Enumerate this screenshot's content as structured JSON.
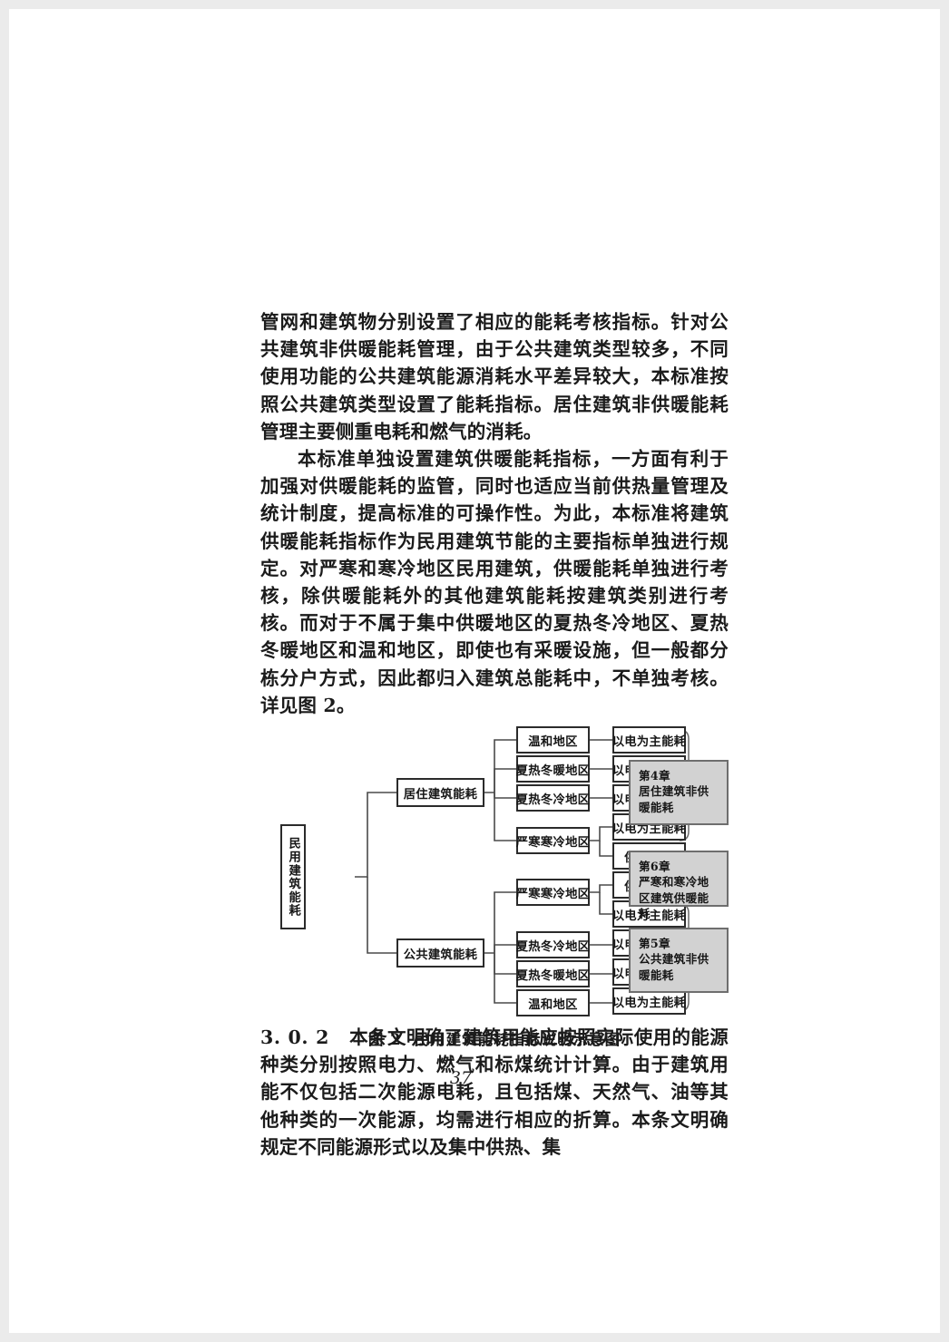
{
  "page": {
    "number": "37",
    "background": "#ffffff",
    "surround": "#ebebeb"
  },
  "paragraphs": {
    "p1": "管网和建筑物分别设置了相应的能耗考核指标。针对公共建筑非供暖能耗管理，由于公共建筑类型较多，不同使用功能的公共建筑能源消耗水平差异较大，本标准按照公共建筑类型设置了能耗指标。居住建筑非供暖能耗管理主要侧重电耗和燃气的消耗。",
    "p2": "本标准单独设置建筑供暖能耗指标，一方面有利于加强对供暖能耗的监管，同时也适应当前供热量管理及统计制度，提高标准的可操作性。为此，本标准将建筑供暖能耗指标作为民用建筑节能的主要指标单独进行规定。对严寒和寒冷地区民用建筑，供暖能耗单独进行考核，除供暖能耗外的其他建筑能耗按建筑类别进行考核。而对于不属于集中供暖地区的夏热冬冷地区、夏热冬暖地区和温和地区，即使也有采暖设施，但一般都分栋分户方式，因此都归入建筑总能耗中，不单独考核。详见图 2。",
    "section_number": "3. 0. 2",
    "p3": "本条文明确了建筑用能应按照实际使用的能源种类分别按照电力、燃气和标煤统计计算。由于建筑用能不仅包括二次能源电耗，且包括煤、天然气、油等其他种类的一次能源，均需进行相应的折算。本条文明确规定不同能源形式以及集中供热、集"
  },
  "figure": {
    "caption_label": "图 2",
    "caption_title": "民用建筑能耗指标说明示意图",
    "root": "民用建筑能耗",
    "branches": [
      {
        "label": "居住建筑能耗"
      },
      {
        "label": "公共建筑能耗"
      }
    ],
    "climate_zones": [
      {
        "label": "温和地区"
      },
      {
        "label": "夏热冬暖地区"
      },
      {
        "label": "夏热冬冷地区"
      },
      {
        "label": "严寒寒冷地区"
      },
      {
        "label": "严寒寒冷地区"
      },
      {
        "label": "夏热冬冷地区"
      },
      {
        "label": "夏热冬暖地区"
      },
      {
        "label": "温和地区"
      }
    ],
    "leaves": [
      {
        "label": "以电为主能耗"
      },
      {
        "label": "以电为主能耗"
      },
      {
        "label": "以电为主能耗"
      },
      {
        "label": "以电为主能耗"
      },
      {
        "label": "供暖能耗"
      },
      {
        "label": "供暖能耗"
      },
      {
        "label": "以电为主能耗"
      },
      {
        "label": "以电为主能耗"
      },
      {
        "label": "以电为主能耗"
      },
      {
        "label": "以电为主能耗"
      }
    ],
    "chapters": [
      {
        "title": "第4章",
        "desc": "居住建筑非供暖能耗"
      },
      {
        "title": "第6章",
        "desc": "严寒和寒冷地区建筑供暖能耗"
      },
      {
        "title": "第5章",
        "desc": "公共建筑非供暖能耗"
      }
    ],
    "colors": {
      "box_border": "#2b2b2b",
      "chapter_fill": "#d2d2d2",
      "chapter_border": "#6e6e6e",
      "connector": "#4a4a4a"
    }
  }
}
